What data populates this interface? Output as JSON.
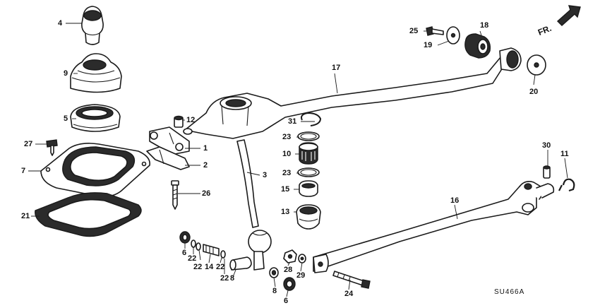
{
  "diagram": {
    "drawing_code": "SU466A",
    "direction_label": "FR.",
    "callouts": {
      "c1": "1",
      "c2": "2",
      "c3": "3",
      "c4": "4",
      "c5": "5",
      "c6a": "6",
      "c6b": "6",
      "c7": "7",
      "c8a": "8",
      "c8b": "8",
      "c9": "9",
      "c10": "10",
      "c11": "11",
      "c12": "12",
      "c13": "13",
      "c14": "14",
      "c15": "15",
      "c16": "16",
      "c17": "17",
      "c18": "18",
      "c19": "19",
      "c20": "20",
      "c21": "21",
      "c22a": "22",
      "c22b": "22",
      "c22c": "22",
      "c23a": "23",
      "c23b": "23",
      "c24": "24",
      "c25": "25",
      "c26": "26",
      "c27": "27",
      "c28": "28",
      "c29": "29",
      "c30": "30",
      "c31": "31"
    }
  }
}
